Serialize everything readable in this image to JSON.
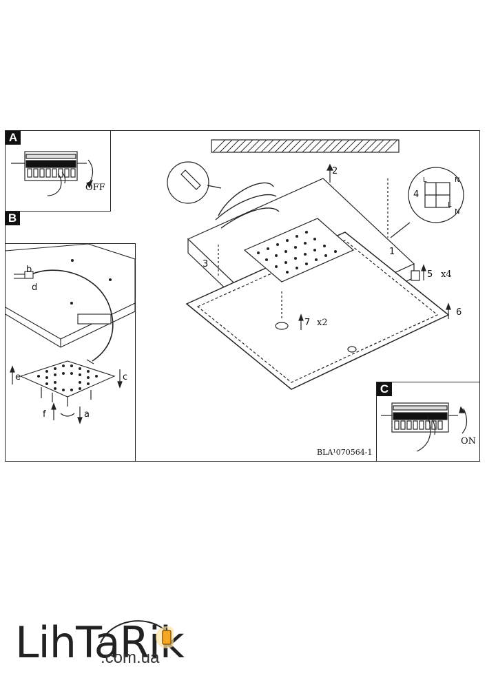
{
  "panels": {
    "a": {
      "tag": "A",
      "label": "OFF"
    },
    "b": {
      "tag": "B",
      "callouts": [
        "b",
        "d",
        "c",
        "e",
        "f",
        "a"
      ]
    },
    "c": {
      "tag": "C",
      "label": "ON"
    }
  },
  "main": {
    "callouts": {
      "n1": "1",
      "n2": "2",
      "n3": "3",
      "n4": "4",
      "n5": "5",
      "n6": "6",
      "n7": "7"
    },
    "qty5": "x4",
    "qty7": "x2",
    "terminal": {
      "l_top": "L",
      "n_top": "N",
      "l_bottom": "L",
      "n_bottom": "N"
    },
    "code": "BLA¹070564-1"
  },
  "logo": {
    "main": "LihTaRik",
    "domain": ".com.ua"
  },
  "colors": {
    "line": "#222222",
    "logo_lamp": "#f5a623"
  }
}
